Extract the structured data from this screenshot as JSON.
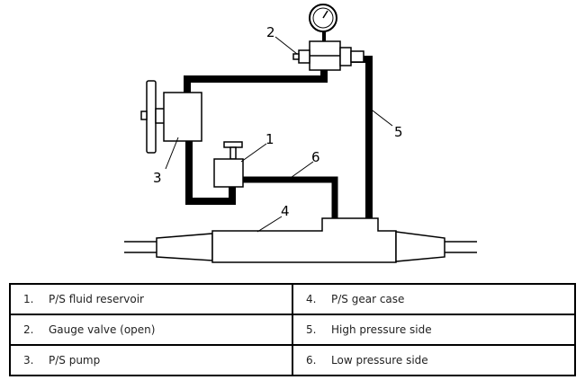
{
  "callouts": {
    "c1": "1",
    "c2": "2",
    "c3": "3",
    "c4": "4",
    "c5": "5",
    "c6": "6"
  },
  "legend": {
    "rows": [
      {
        "left": {
          "num": "1.",
          "label": "P/S fluid reservoir"
        },
        "right": {
          "num": "4.",
          "label": "P/S gear case"
        }
      },
      {
        "left": {
          "num": "2.",
          "label": "Gauge valve (open)"
        },
        "right": {
          "num": "5.",
          "label": "High pressure side"
        }
      },
      {
        "left": {
          "num": "3.",
          "label": "P/S pump"
        },
        "right": {
          "num": "6.",
          "label": "Low pressure side"
        }
      }
    ]
  }
}
